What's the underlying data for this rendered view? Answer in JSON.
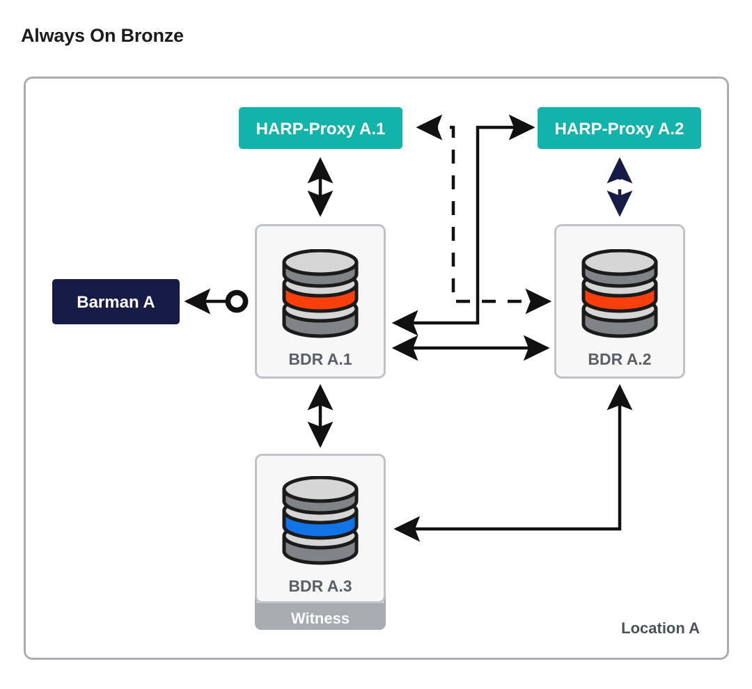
{
  "title": "Always On Bronze",
  "container": {
    "location_label": "Location A",
    "border_color": "#a9adb3"
  },
  "colors": {
    "teal": "#12b3ab",
    "navy": "#171c46",
    "arrow_black": "#111111",
    "card_border": "#bfc3c7",
    "card_fill": "#f7f7f7",
    "witness_bar": "#a8abb0",
    "db_disc_top": "#d6d6d6",
    "db_disc_body_gray": "#808387",
    "db_disc_body_red": "#f93f0c",
    "db_disc_body_blue": "#1273e6",
    "db_outline": "#1b1b1b",
    "label_gray": "#5b5f66"
  },
  "proxies": [
    {
      "id": "harp-proxy-a1",
      "label": "HARP-Proxy A.1"
    },
    {
      "id": "harp-proxy-a2",
      "label": "HARP-Proxy A.2"
    }
  ],
  "barman": {
    "id": "barman-a",
    "label": "Barman A"
  },
  "nodes": [
    {
      "id": "bdr-a1",
      "label": "BDR A.1",
      "band_color": "#f93f0c",
      "witness": null
    },
    {
      "id": "bdr-a2",
      "label": "BDR A.2",
      "band_color": "#f93f0c",
      "witness": null
    },
    {
      "id": "bdr-a3",
      "label": "BDR A.3",
      "band_color": "#1273e6",
      "witness": "Witness"
    }
  ],
  "connections": [
    {
      "id": "proxy-a1-to-bdr-a1",
      "from": "harp-proxy-a1",
      "to": "bdr-a1",
      "style": "solid",
      "heads": "both",
      "color": "#111111"
    },
    {
      "id": "proxy-a2-to-bdr-a2",
      "from": "harp-proxy-a2",
      "to": "bdr-a2",
      "style": "dashed",
      "heads": "both",
      "color": "#171c46"
    },
    {
      "id": "bdr-a2-to-proxy-a1",
      "from": "bdr-a2",
      "to": "harp-proxy-a1",
      "style": "dashed",
      "heads": "both",
      "color": "#111111"
    },
    {
      "id": "bdr-a1-to-proxy-a2",
      "from": "bdr-a1",
      "to": "harp-proxy-a2",
      "style": "solid",
      "heads": "both",
      "color": "#111111"
    },
    {
      "id": "bdr-a1-to-bdr-a2",
      "from": "bdr-a1",
      "to": "bdr-a2",
      "style": "solid",
      "heads": "both",
      "color": "#111111"
    },
    {
      "id": "bdr-a1-to-bdr-a3",
      "from": "bdr-a1",
      "to": "bdr-a3",
      "style": "solid",
      "heads": "both",
      "color": "#111111"
    },
    {
      "id": "bdr-a2-to-bdr-a3",
      "from": "bdr-a2",
      "to": "bdr-a3",
      "style": "solid",
      "heads": "both",
      "color": "#111111"
    },
    {
      "id": "bdr-a1-to-barman-a",
      "from": "bdr-a1",
      "to": "barman-a",
      "style": "solid",
      "heads": "arrow-circle",
      "color": "#111111"
    }
  ]
}
